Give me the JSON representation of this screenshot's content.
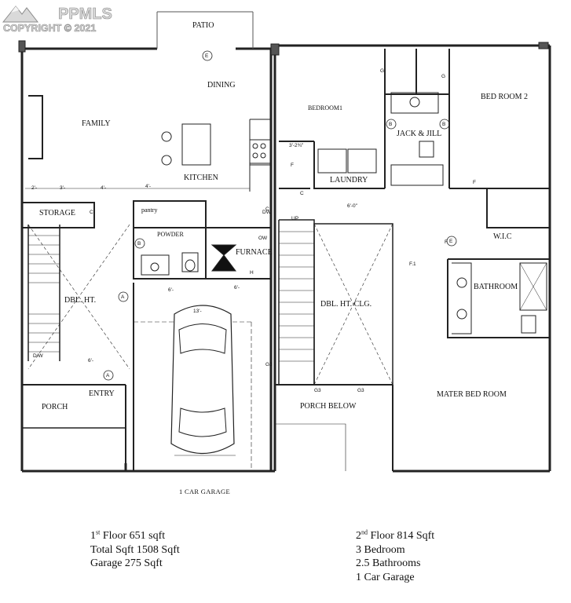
{
  "watermark": {
    "brand": "PPMLS",
    "copyright": "COPYRIGHT © 2021"
  },
  "rooms": {
    "patio": "PATIO",
    "dining": "DINING",
    "family": "FAMILY",
    "kitchen": "KITCHEN",
    "storage": "STORAGE",
    "pantry": "pantry",
    "powder": "POWDER",
    "furnace": "FURNACE",
    "dbl_ht": "DBL. HT.",
    "entry": "ENTRY",
    "porch": "PORCH",
    "bedroom1": "BEDROOM1",
    "bedroom2": "BED ROOM 2",
    "jack_jill": "JACK & JILL",
    "laundry": "LAUNDRY",
    "wic": "W.I.C",
    "bathroom": "BATHROOM",
    "dbl_ht_clg": "DBL. HT. CLG.",
    "porch_below": "PORCH BELOW",
    "master": "MATER BED ROOM",
    "up": "UP",
    "dw": "D/W"
  },
  "garage_label": "1 CAR GARAGE",
  "dims": {
    "d2": "2'-",
    "d3": "3'-",
    "d4": "4'-",
    "d4b": "4'-",
    "d6": "6'-",
    "d6b": "6'-",
    "d6c": "6'-",
    "d13": "13'-",
    "d3_2": "3'-2¾\"",
    "d6_0": "6'-0\""
  },
  "tags": {
    "e1": "E",
    "e2": "E",
    "c1": "C",
    "c2": "C",
    "c3": "C",
    "b1": "B",
    "b2": "B",
    "b3": "B",
    "f1": "F",
    "f2": "F",
    "f3": "F",
    "f_1": "F.1",
    "a1": "A",
    "a2": "A",
    "g3a": "G3",
    "g3b": "G3",
    "g3c": "G3",
    "dw_tag": "DW",
    "ow": "OW",
    "h": "H",
    "g1": "G",
    "g2": "G"
  },
  "summary_left": {
    "floor1_pre": "1",
    "floor1_sup": "st",
    "floor1_rest": " Floor 651 sqft",
    "total": "Total Sqft 1508 Sqft",
    "garage": "Garage 275 Sqft"
  },
  "summary_right": {
    "floor2_pre": "2",
    "floor2_sup": "nd",
    "floor2_rest": " Floor 814 Sqft",
    "bedrooms": "3 Bedroom",
    "baths": "2.5 Bathrooms",
    "garage": "1 Car Garage"
  }
}
